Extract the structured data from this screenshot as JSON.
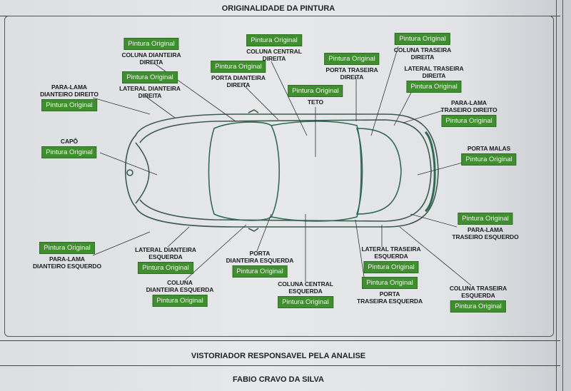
{
  "header": {
    "title": "ORIGINALIDADE DA PINTURA"
  },
  "footer": {
    "inspector_label": "VISTORIADOR RESPONSAVEL PELA ANALISE",
    "inspector_name": "FABIO CRAVO DA SILVA"
  },
  "colors": {
    "badge": "#3f8f2f"
  },
  "parts": [
    {
      "name": "COLUNA DIANTEIRA\nDIREITA",
      "status": "Pintura Original"
    },
    {
      "name": "LATERAL DIANTEIRA\nDIREITA",
      "status": "Pintura Original"
    },
    {
      "name": "PARA-LAMA\nDIANTEIRO DIREITO",
      "status": "Pintura Original"
    },
    {
      "name": "CAPÔ",
      "status": "Pintura Original"
    },
    {
      "name": "COLUNA CENTRAL\nDIREITA",
      "status": "Pintura Original"
    },
    {
      "name": "PORTA DIANTEIRA\nDIREITA",
      "status": "Pintura Original"
    },
    {
      "name": "TETO",
      "status": "Pintura Original"
    },
    {
      "name": "PORTA TRASEIRA\nDIREITA",
      "status": "Pintura Original"
    },
    {
      "name": "COLUNA TRASEIRA\nDIREITA",
      "status": "Pintura Original"
    },
    {
      "name": "LATERAL TRASEIRA\nDIREITA",
      "status": "Pintura Original"
    },
    {
      "name": "PARA-LAMA\nTRASEIRO DIREITO",
      "status": "Pintura Original"
    },
    {
      "name": "PORTA MALAS",
      "status": "Pintura Original"
    },
    {
      "name": "PARA-LAMA\nTRASEIRO ESQUERDO",
      "status": "Pintura Original"
    },
    {
      "name": "PARA-LAMA\nDIANTEIRO ESQUERDO",
      "status": "Pintura Original"
    },
    {
      "name": "LATERAL DIANTEIRA\nESQUERDA",
      "status": "Pintura Original"
    },
    {
      "name": "COLUNA\nDIANTEIRA ESQUERDA",
      "status": "Pintura Original"
    },
    {
      "name": "PORTA\nDIANTEIRA ESQUERDA",
      "status": "Pintura Original"
    },
    {
      "name": "COLUNA CENTRAL\nESQUERDA",
      "status": "Pintura Original"
    },
    {
      "name": "LATERAL TRASEIRA\nESQUERDA",
      "status": "Pintura Original"
    },
    {
      "name": "PORTA\nTRASEIRA ESQUERDA",
      "status": "Pintura Original"
    },
    {
      "name": "COLUNA TRASEIRA\nESQUERDA",
      "status": "Pintura Original"
    }
  ]
}
